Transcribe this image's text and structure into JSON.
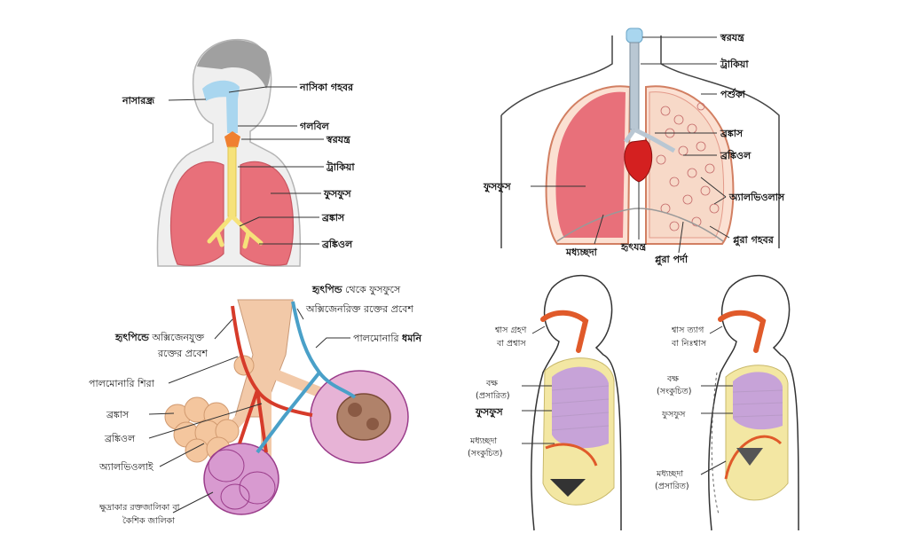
{
  "panel1": {
    "labels": {
      "nostril": "নাসারন্ধ্র",
      "nasal_cavity": "নাসিকা গহবর",
      "pharynx": "গলবিল",
      "larynx": "স্বরযন্ত্র",
      "trachea": "ট্রাকিয়া",
      "lungs": "ফুসফুস",
      "bronchi": "ব্রঙ্কাস",
      "bronchioles": "ব্রঙ্কিওল"
    }
  },
  "panel2": {
    "labels": {
      "larynx": "স্বরযন্ত্র",
      "trachea": "ট্রাকিয়া",
      "rib": "পর্শুকা",
      "bronchus": "ব্রঙ্কাস",
      "bronchiole": "ব্রঙ্কিওল",
      "lung": "ফুসফুস",
      "alveoli": "অ্যালভিওলাস",
      "pleural_cavity": "প্লুরা গহবর",
      "pleura": "প্লুরা পর্দা",
      "heart": "হৃৎযন্ত্র",
      "diaphragm": "মধ্যচ্ছদা"
    }
  },
  "panel3": {
    "labels": {
      "top_bold": "হৃৎপিন্ড",
      "top_rest1": " থেকে ফুসফুসে",
      "top_line2": "অক্সিজেনরিক্ত রক্তের প্রবেশ",
      "left_bold": "হৃৎপিন্ডে",
      "left_rest1": " অক্সিজেনযুক্ত",
      "left_line2": "রক্তের প্রবেশ",
      "pulmonary_artery_a": "পালমোনারি ",
      "pulmonary_artery_b": "ধমনি",
      "pulmonary_vein": "পালমোনারি শিরা",
      "bronchus": "ব্রঙ্কাস",
      "bronchiole": "ব্রঙ্কিওল",
      "alveoli": "অ্যালভিওলাই",
      "capillary_line1": "ক্ষুদ্রাকার রক্তজালিকা বা",
      "capillary_line2": "কৈশিক জালিকা"
    }
  },
  "panel4": {
    "inhale": {
      "breath_line1": "শ্বাস গ্রহণ",
      "breath_line2": "বা প্রশ্বাস",
      "chest_line1": "বক্ষ",
      "chest_line2": "(প্রসারিত)",
      "lungs": "ফুসফুস",
      "diaphragm_line1": "মধ্যচ্ছদা",
      "diaphragm_line2": "(সংকুচিত)"
    },
    "exhale": {
      "breath_line1": "শ্বাস ত্যাগ",
      "breath_line2": "বা নিঃশ্বাস",
      "chest_line1": "বক্ষ",
      "chest_line2": "(সংকুচিত)",
      "lungs": "ফুসফুস",
      "diaphragm_line1": "মধ্যচ্ছদা",
      "diaphragm_line2": "(প্রসারিত)"
    }
  },
  "colors": {
    "lung": "#e8707a",
    "lung_light": "#f3a9ad",
    "airway": "#f6e27a",
    "nasal": "#a9d6ef",
    "head": "#e6e6e6",
    "hair": "#9a9a9a",
    "artery": "#d63b2a",
    "vein": "#4aa0c8",
    "alveoli": "#f2c39a",
    "capillary": "#b0428a",
    "rib": "#f3e7a3",
    "lung_purple": "#c7a3d8",
    "diaphragm": "#e05a2a"
  }
}
